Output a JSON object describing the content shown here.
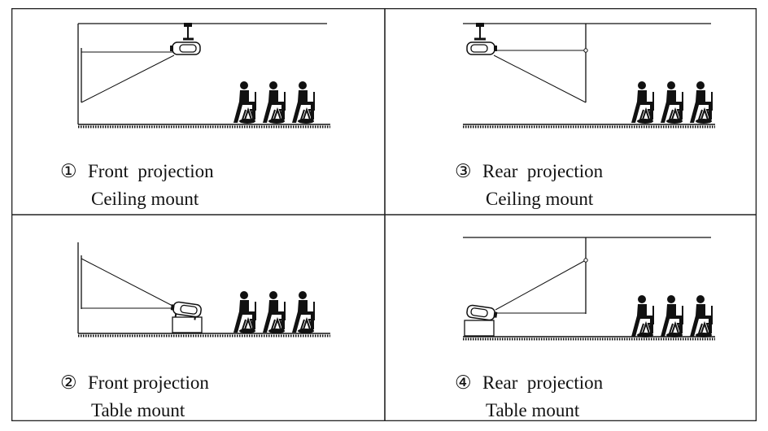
{
  "panels": [
    {
      "number": "①",
      "line1": "Front  projection",
      "line2": "Ceiling mount",
      "mode": "front-ceiling"
    },
    {
      "number": "③",
      "line1": "Rear  projection",
      "line2": "Ceiling mount",
      "mode": "rear-ceiling"
    },
    {
      "number": "②",
      "line1": "Front projection",
      "line2": "Table mount",
      "mode": "front-table"
    },
    {
      "number": "④",
      "line1": "Rear  projection",
      "line2": "Table mount",
      "mode": "rear-table"
    }
  ],
  "icons": {
    "projector": "projector-icon",
    "person": "seated-person-icon",
    "screen": "projection-screen",
    "table": "table-icon"
  },
  "colors": {
    "line": "#111111",
    "border": "#222222",
    "background": "#ffffff"
  }
}
